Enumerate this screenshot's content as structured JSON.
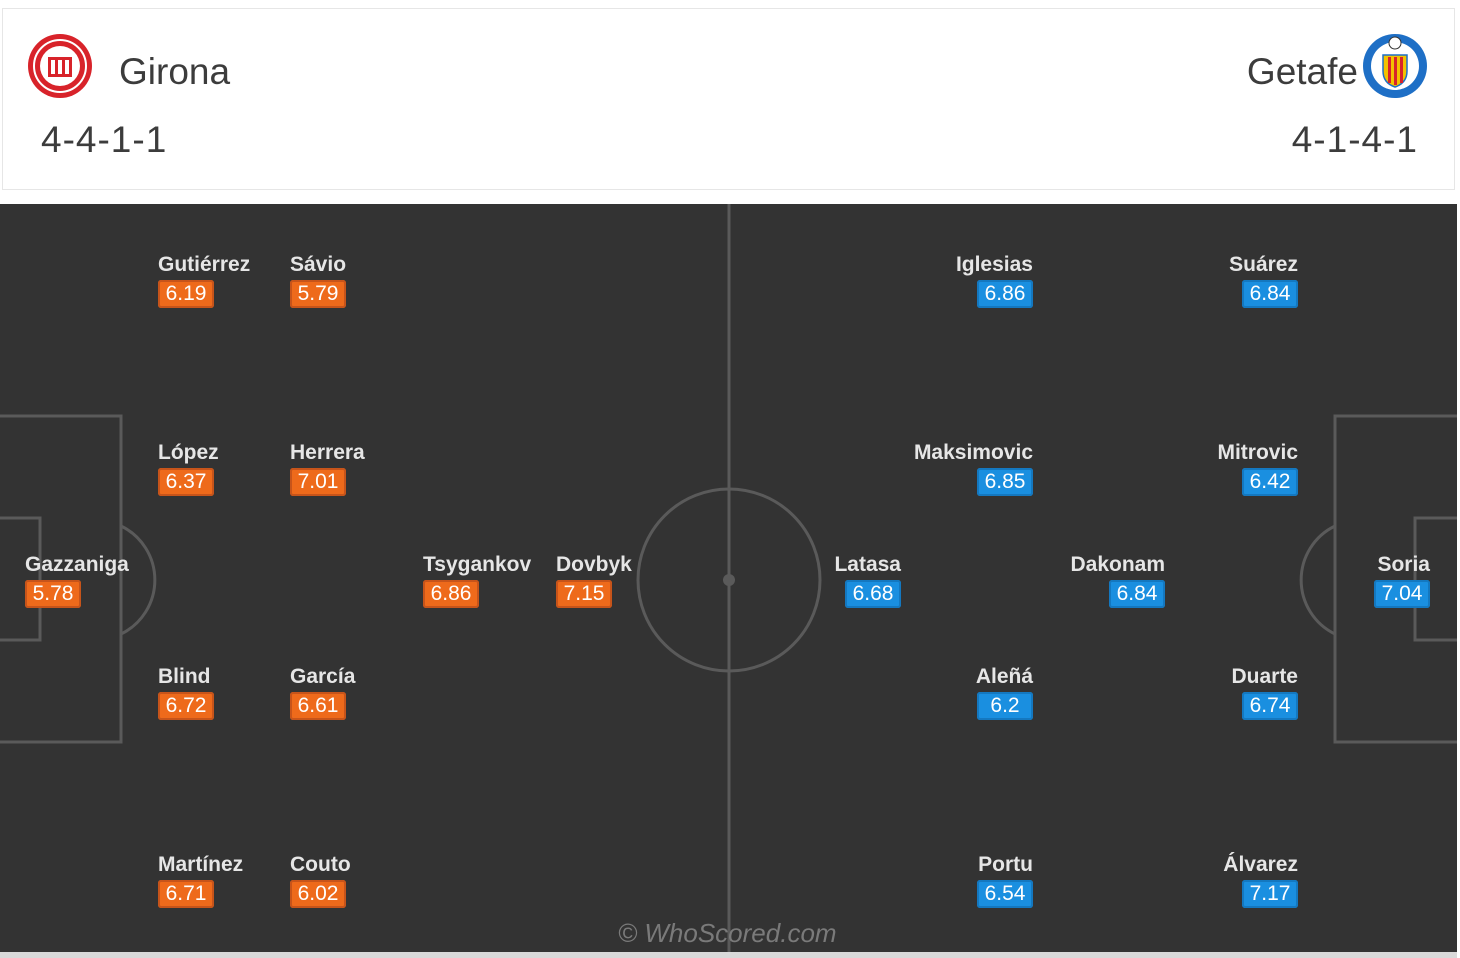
{
  "home": {
    "name": "Girona",
    "formation": "4-4-1-1",
    "crest_icon": "girona-crest-icon",
    "rating_color": "#ee6a1b",
    "players": [
      {
        "name": "Gutiérrez",
        "rating": "6.19"
      },
      {
        "name": "Sávio",
        "rating": "5.79"
      },
      {
        "name": "López",
        "rating": "6.37"
      },
      {
        "name": "Herrera",
        "rating": "7.01"
      },
      {
        "name": "Gazzaniga",
        "rating": "5.78"
      },
      {
        "name": "Tsygankov",
        "rating": "6.86"
      },
      {
        "name": "Dovbyk",
        "rating": "7.15"
      },
      {
        "name": "Blind",
        "rating": "6.72"
      },
      {
        "name": "García",
        "rating": "6.61"
      },
      {
        "name": "Martínez",
        "rating": "6.71"
      },
      {
        "name": "Couto",
        "rating": "6.02"
      }
    ]
  },
  "away": {
    "name": "Getafe",
    "formation": "4-1-4-1",
    "crest_icon": "getafe-crest-icon",
    "rating_color": "#1a8fe0",
    "players": [
      {
        "name": "Iglesias",
        "rating": "6.86"
      },
      {
        "name": "Suárez",
        "rating": "6.84"
      },
      {
        "name": "Maksimovic",
        "rating": "6.85"
      },
      {
        "name": "Mitrovic",
        "rating": "6.42"
      },
      {
        "name": "Latasa",
        "rating": "6.68"
      },
      {
        "name": "Dakonam",
        "rating": "6.84"
      },
      {
        "name": "Soria",
        "rating": "7.04"
      },
      {
        "name": "Aleñá",
        "rating": "6.2"
      },
      {
        "name": "Duarte",
        "rating": "6.74"
      },
      {
        "name": "Portu",
        "rating": "6.54"
      },
      {
        "name": "Álvarez",
        "rating": "7.17"
      }
    ]
  },
  "watermark": "© WhoScored.com"
}
